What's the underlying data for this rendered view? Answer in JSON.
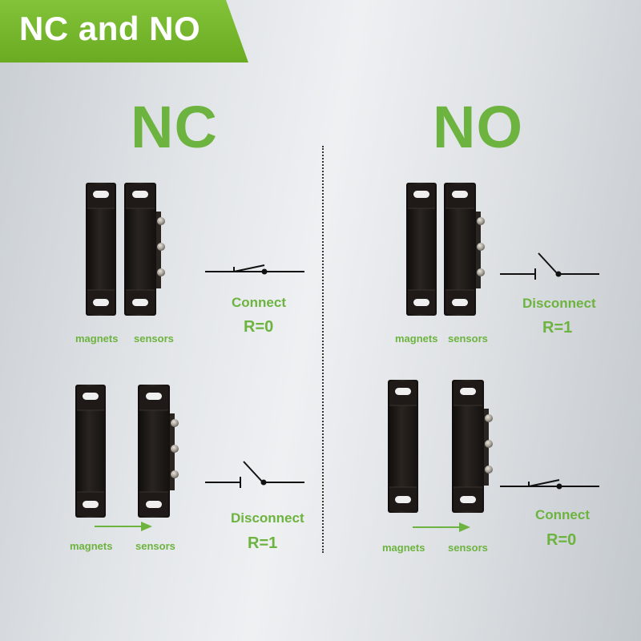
{
  "banner": {
    "title": "NC and NO"
  },
  "nc": {
    "heading": "NC",
    "top": {
      "magnets_label": "magnets",
      "sensors_label": "sensors",
      "state": "Connect",
      "resistance": "R=0"
    },
    "bottom": {
      "magnets_label": "magnets",
      "sensors_label": "sensors",
      "state": "Disconnect",
      "resistance": "R=1"
    }
  },
  "no": {
    "heading": "NO",
    "top": {
      "magnets_label": "magnets",
      "sensors_label": "sensors",
      "state": "Disconnect",
      "resistance": "R=1"
    },
    "bottom": {
      "magnets_label": "magnets",
      "sensors_label": "sensors",
      "state": "Connect",
      "resistance": "R=0"
    }
  },
  "colors": {
    "accent_green": "#6db33f",
    "banner_green": "#76b82a",
    "device_black": "#1c1917",
    "line_black": "#111111"
  }
}
